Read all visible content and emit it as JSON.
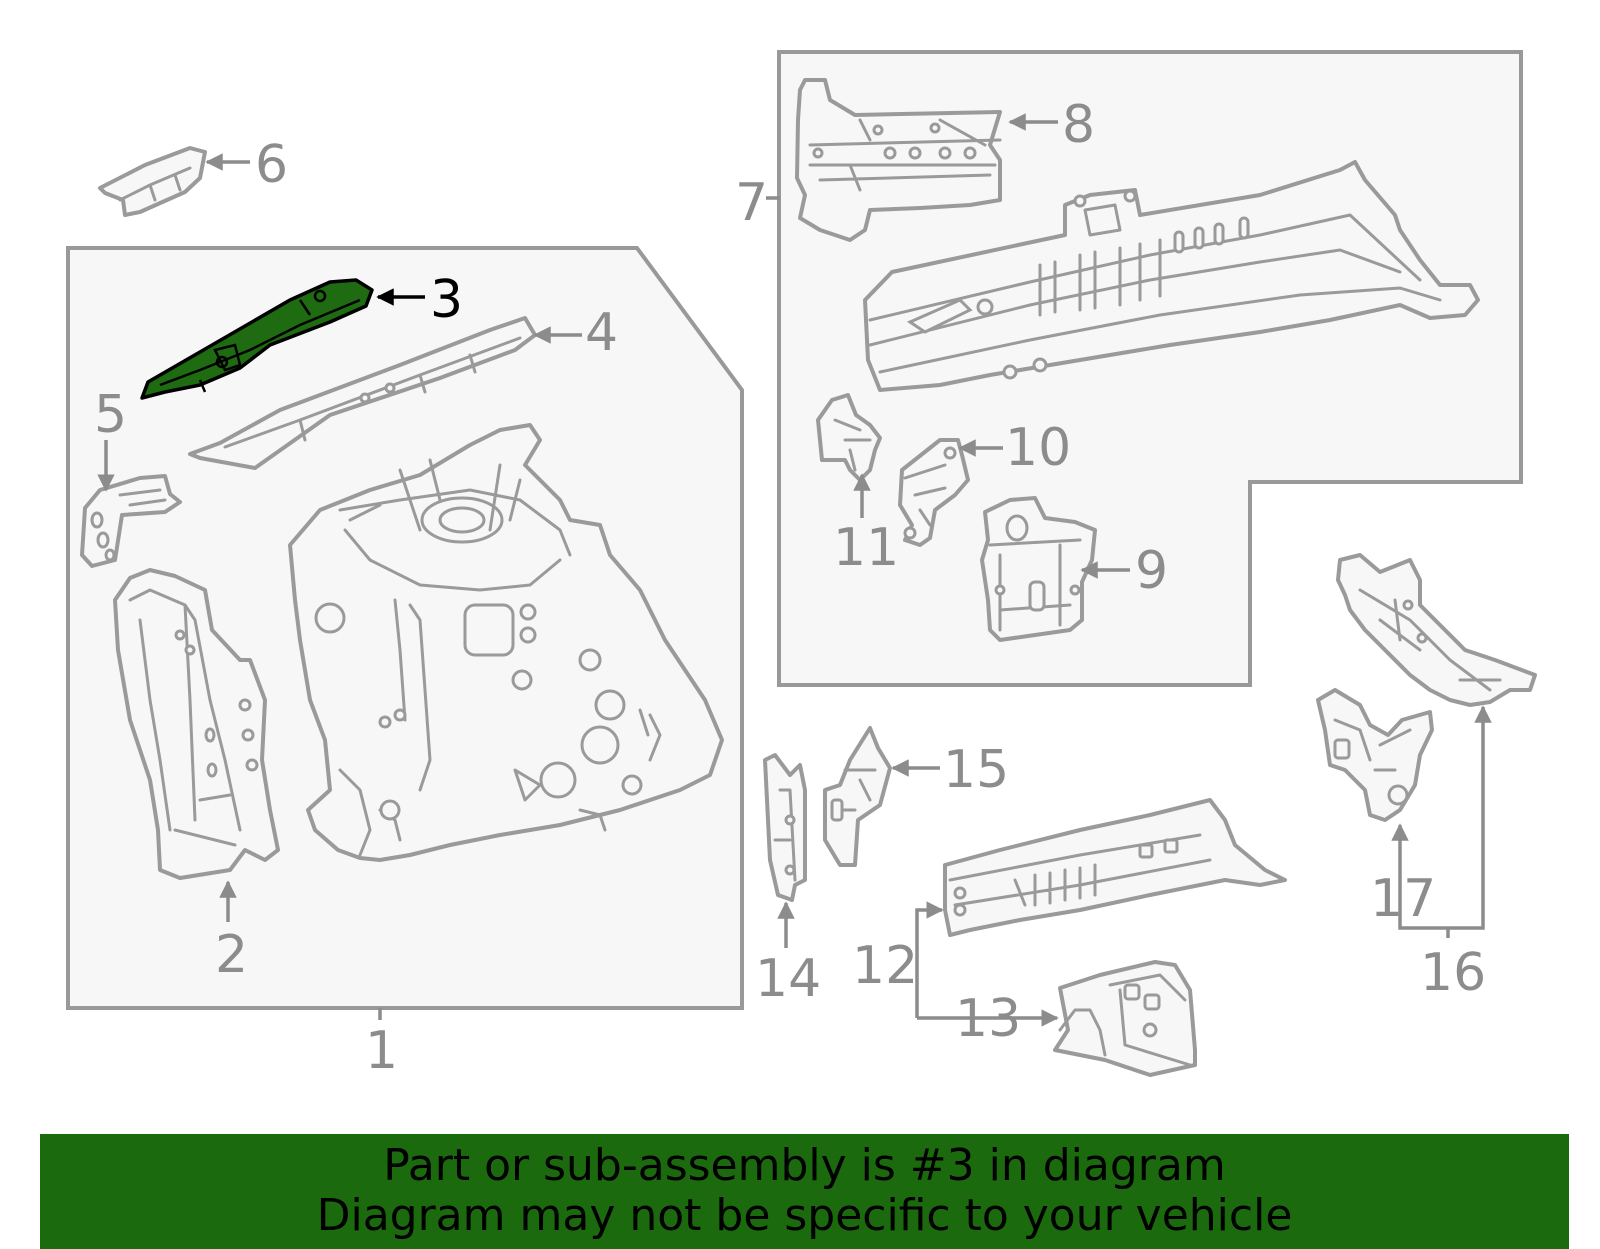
{
  "diagram": {
    "highlight_color": "#1f6b12",
    "line_color": "#9a9a9a",
    "callouts": {
      "c1": "1",
      "c2": "2",
      "c3": "3",
      "c4": "4",
      "c5": "5",
      "c6": "6",
      "c7": "7",
      "c8": "8",
      "c9": "9",
      "c10": "10",
      "c11": "11",
      "c12": "12",
      "c13": "13",
      "c14": "14",
      "c15": "15",
      "c16": "16",
      "c17": "17"
    }
  },
  "banner": {
    "line1": "Part or sub-assembly is #3 in diagram",
    "line2": "Diagram may not be specific to your vehicle",
    "background": "#1b6a0e"
  }
}
